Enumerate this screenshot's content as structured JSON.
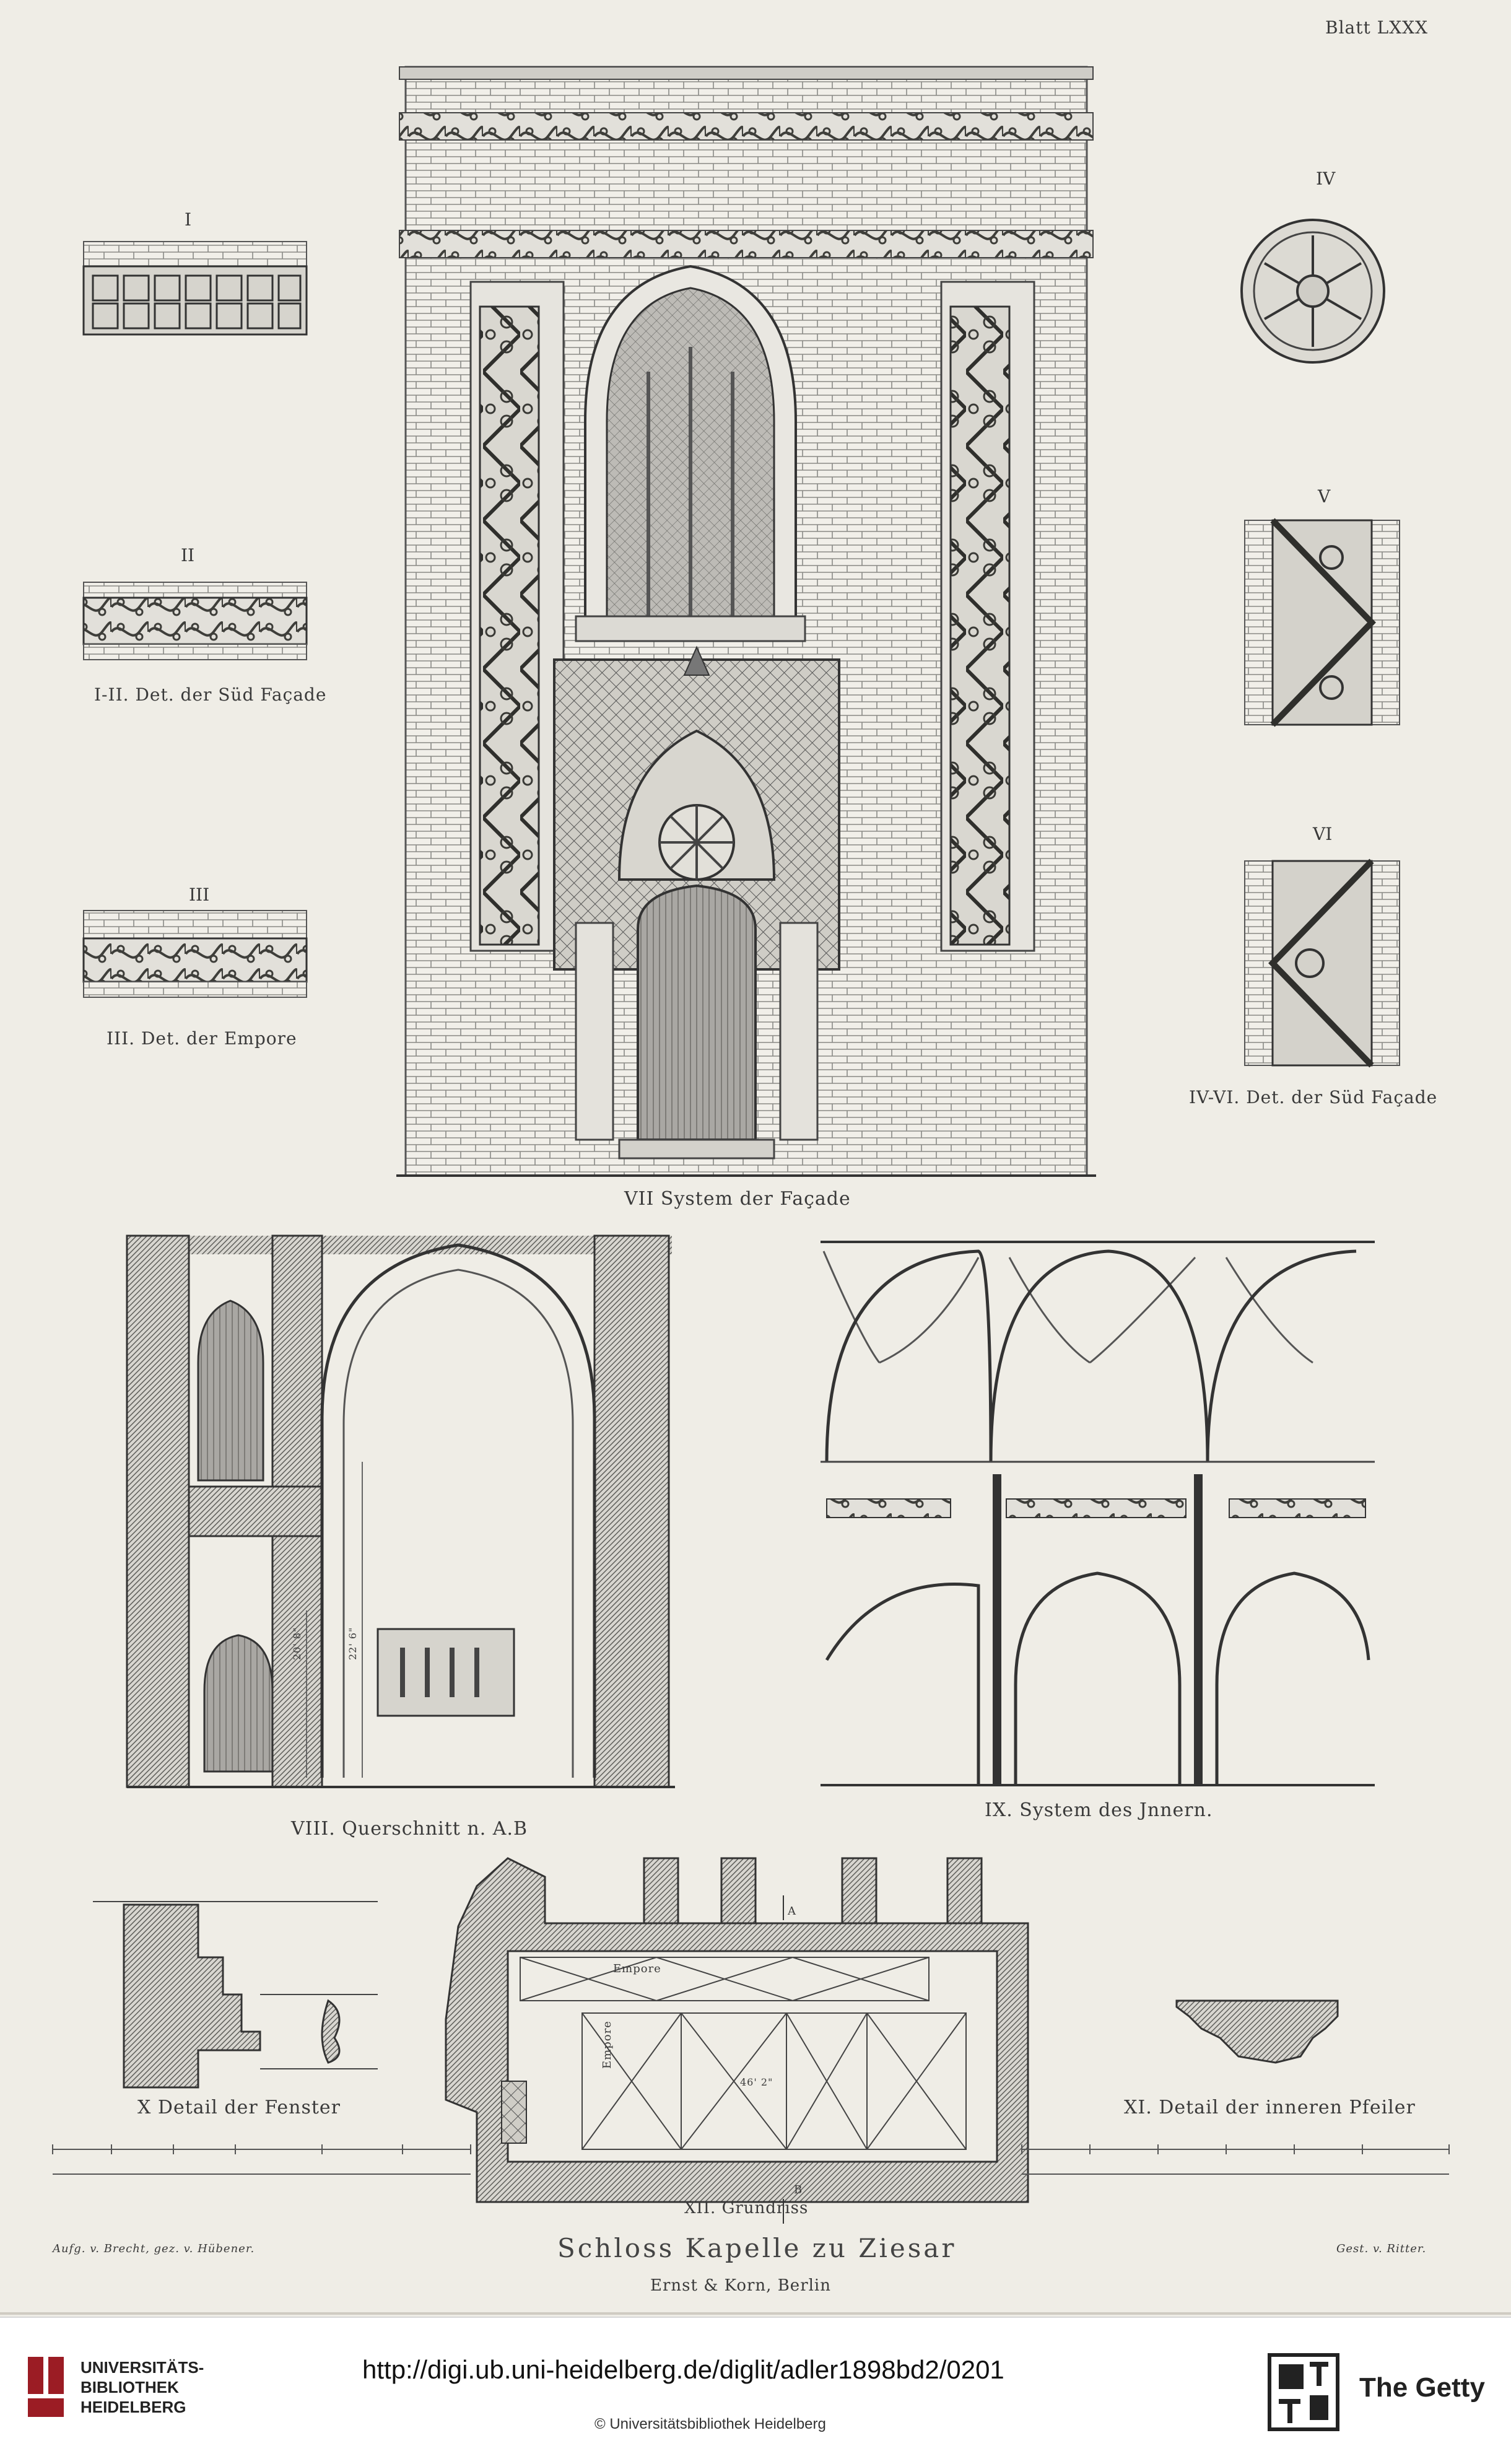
{
  "plate": {
    "blatt": "Blatt LXXX",
    "title": "Schloss Kapelle zu Ziesar",
    "publisher": "Ernst & Korn, Berlin",
    "credit_left": "Aufg. v. Brecht, gez. v. Hübener.",
    "credit_right": "Gest. v. Ritter.",
    "labels": {
      "r1": "I",
      "r2": "II",
      "r3": "III",
      "r4": "IV",
      "r5": "V",
      "r6": "VI",
      "cap_1_2": "I-II. Det. der Süd Façade",
      "cap_3": "III. Det. der Empore",
      "cap_4_6": "IV-VI. Det. der Süd Façade",
      "cap_7": "VII System der Façade",
      "cap_8": "VIII. Querschnitt n. A.B",
      "cap_9": "IX. System des Jnnern.",
      "cap_10": "X Detail der Fenster",
      "cap_11": "XI. Detail der inneren Pfeiler",
      "cap_12": "XII. Grundriss",
      "empore_1": "Empore",
      "empore_2": "Empore",
      "dim_46": "46' 2\"",
      "dim_20": "20' 8\"",
      "dim_22": "22' 6\"",
      "mark_a": "A",
      "mark_b": "B"
    }
  },
  "footer": {
    "logo_left_lines": [
      "UNIVERSITÄTS-",
      "BIBLIOTHEK",
      "HEIDELBERG"
    ],
    "url": "http://digi.ub.uni-heidelberg.de/diglit/adler1898bd2/0201",
    "copyright": "© Universitätsbibliothek Heidelberg",
    "logo_right_text": "The Getty"
  }
}
